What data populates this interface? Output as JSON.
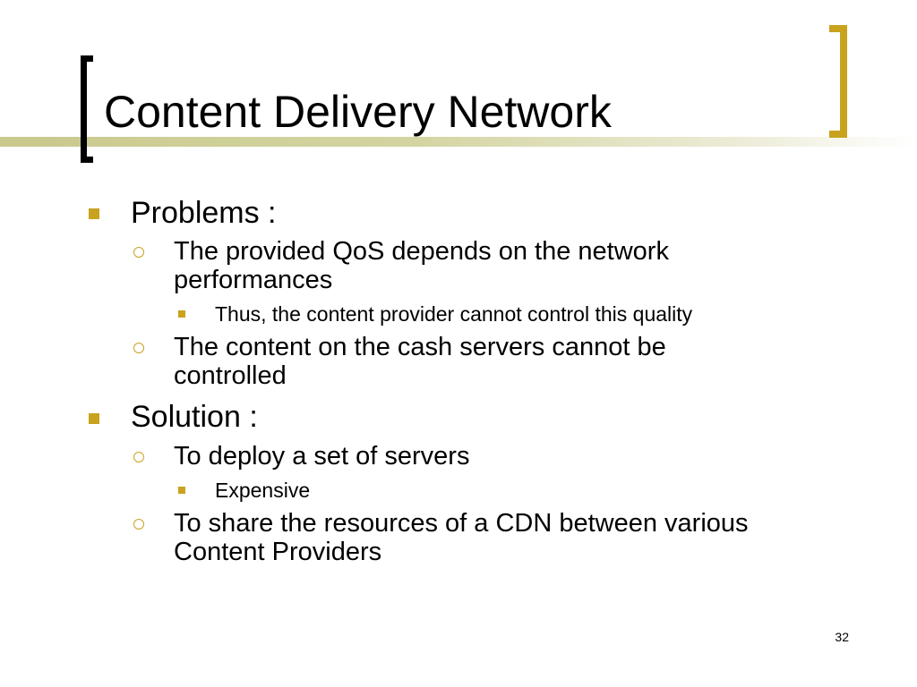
{
  "slide": {
    "title": "Content Delivery Network",
    "number": "32",
    "colors": {
      "accent": "#c9a21e",
      "band": "#d4d4a2",
      "text": "#000000",
      "background": "#ffffff"
    },
    "bullets": {
      "problems": {
        "label": "Problems :",
        "marker": "square-bullet-icon",
        "items": [
          {
            "text": "The provided QoS depends on the network performances",
            "marker": "circle-bullet-icon",
            "sub": [
              "Thus, the content provider cannot control this quality"
            ]
          },
          {
            "text": "The content on the cash servers cannot be controlled",
            "marker": "circle-bullet-icon",
            "sub": []
          }
        ]
      },
      "solution": {
        "label": "Solution :",
        "marker": "square-bullet-icon",
        "items": [
          {
            "text": "To deploy a set of servers",
            "marker": "circle-bullet-icon",
            "sub": [
              "Expensive"
            ]
          },
          {
            "text": "To share the resources of a CDN between various Content Providers",
            "marker": "circle-bullet-icon",
            "sub": []
          }
        ]
      }
    }
  }
}
